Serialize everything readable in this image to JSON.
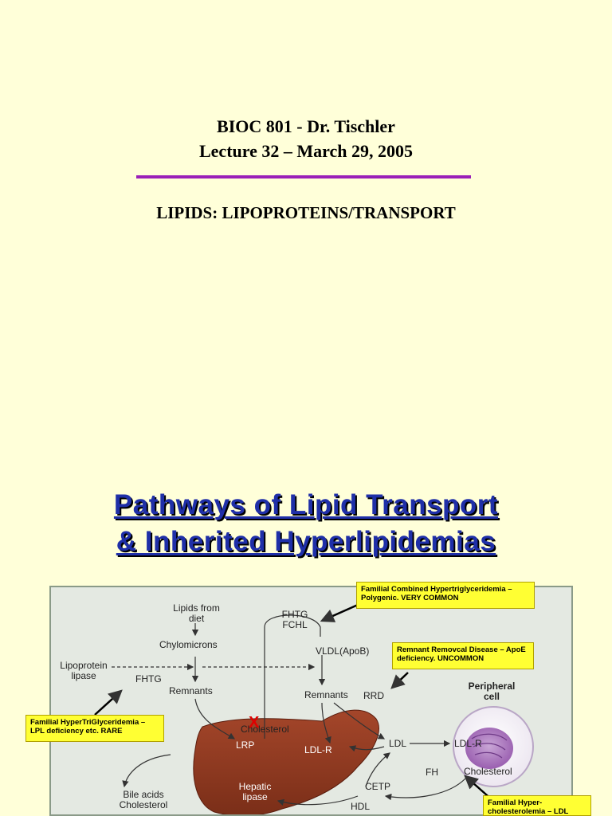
{
  "slide1": {
    "course": "BIOC 801 - Dr. Tischler",
    "lecture": "Lecture 32 – March 29, 2005",
    "topic": "LIPIDS: LIPOPROTEINS/TRANSPORT"
  },
  "slide2": {
    "title_line1": "Pathways of Lipid Transport",
    "title_line2": "& Inherited Hyperlipidemias",
    "diagram": {
      "lipids_from_diet": "Lipids from diet",
      "chylomicrons": "Chylomicrons",
      "lipoprotein_lipase": "Lipoprotein lipase",
      "fhtg_left": "FHTG",
      "remnants_left": "Remnants",
      "fhtg_fchl": "FHTG FCHL",
      "vldl": "VLDL",
      "apob": "(ApoB)",
      "remnants_right": "Remnants",
      "rrd": "RRD",
      "peripheral_cell": "Peripheral cell",
      "cholesterol_liver": "Cholesterol",
      "lrp": "LRP",
      "ldl_r_liver": "LDL-R",
      "ldl": "LDL",
      "ldl_r_cell": "LDL-R",
      "fh": "FH",
      "cholesterol_cell": "Cholesterol",
      "cetp": "CETP",
      "hepatic_lipase": "Hepatic lipase",
      "hdl": "HDL",
      "bile_acids": "Bile acids Cholesterol",
      "block_mark": "X"
    },
    "notes": {
      "fchl": "Familial Combined Hypertriglyceridemia – Polygenic. VERY COMMON",
      "rrd": "Remnant Removcal Disease – ApoE deficiency. UNCOMMON",
      "fhtg": "Familial HyperTriGlyceridemia – LPL deficiency etc. RARE",
      "fh": "Familial Hyper-cholesterolemia – LDL"
    },
    "colors": {
      "title": "#1f2fa8",
      "rule": "#9a1fb8",
      "liver": "#8a3a22",
      "note_bg": "#ffff33"
    }
  }
}
